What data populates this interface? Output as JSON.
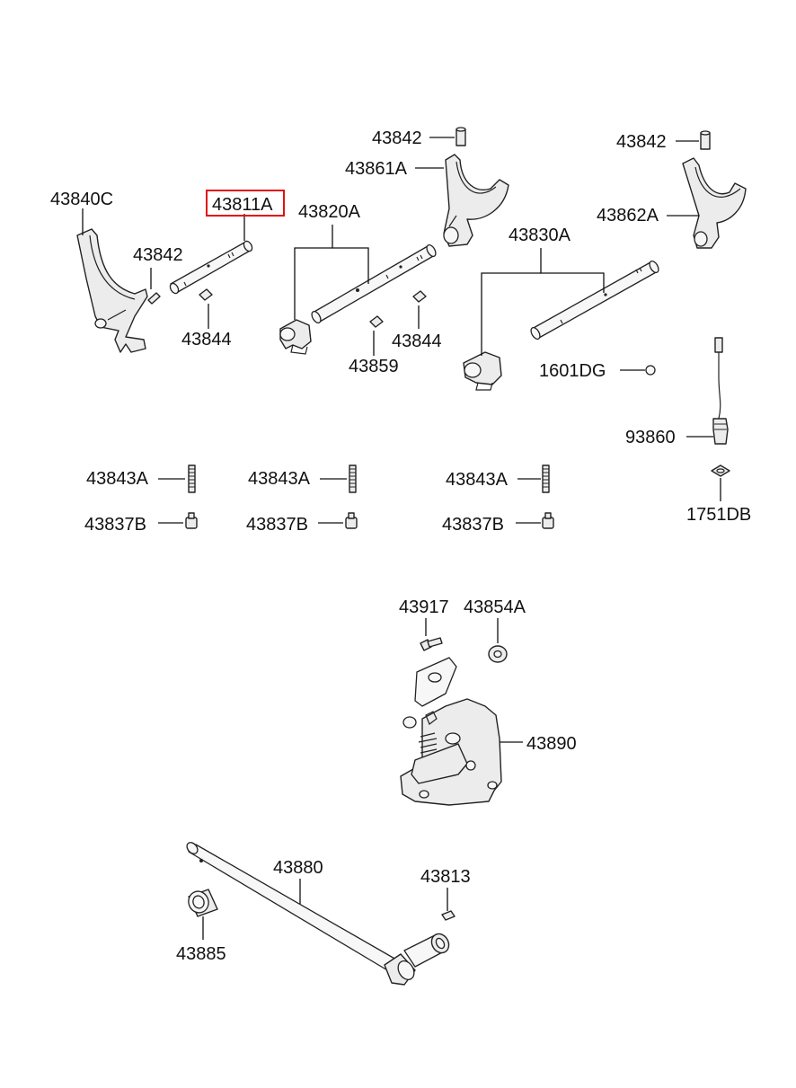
{
  "highlighted_part": "43811A",
  "highlight_color": "#e01010",
  "labels": {
    "l43840C": "43840C",
    "l43811A": "43811A",
    "l43842_a": "43842",
    "l43844_a": "43844",
    "l43820A": "43820A",
    "l43859": "43859",
    "l43844_b": "43844",
    "l43842_b": "43842",
    "l43861A": "43861A",
    "l43842_c": "43842",
    "l43862A": "43862A",
    "l43830A": "43830A",
    "l1601DG": "1601DG",
    "l93860": "93860",
    "l1751DB": "1751DB",
    "l43843A_1": "43843A",
    "l43843A_2": "43843A",
    "l43843A_3": "43843A",
    "l43837B_1": "43837B",
    "l43837B_2": "43837B",
    "l43837B_3": "43837B",
    "l43917": "43917",
    "l43854A": "43854A",
    "l43890": "43890",
    "l43880": "43880",
    "l43813": "43813",
    "l43885": "43885"
  }
}
